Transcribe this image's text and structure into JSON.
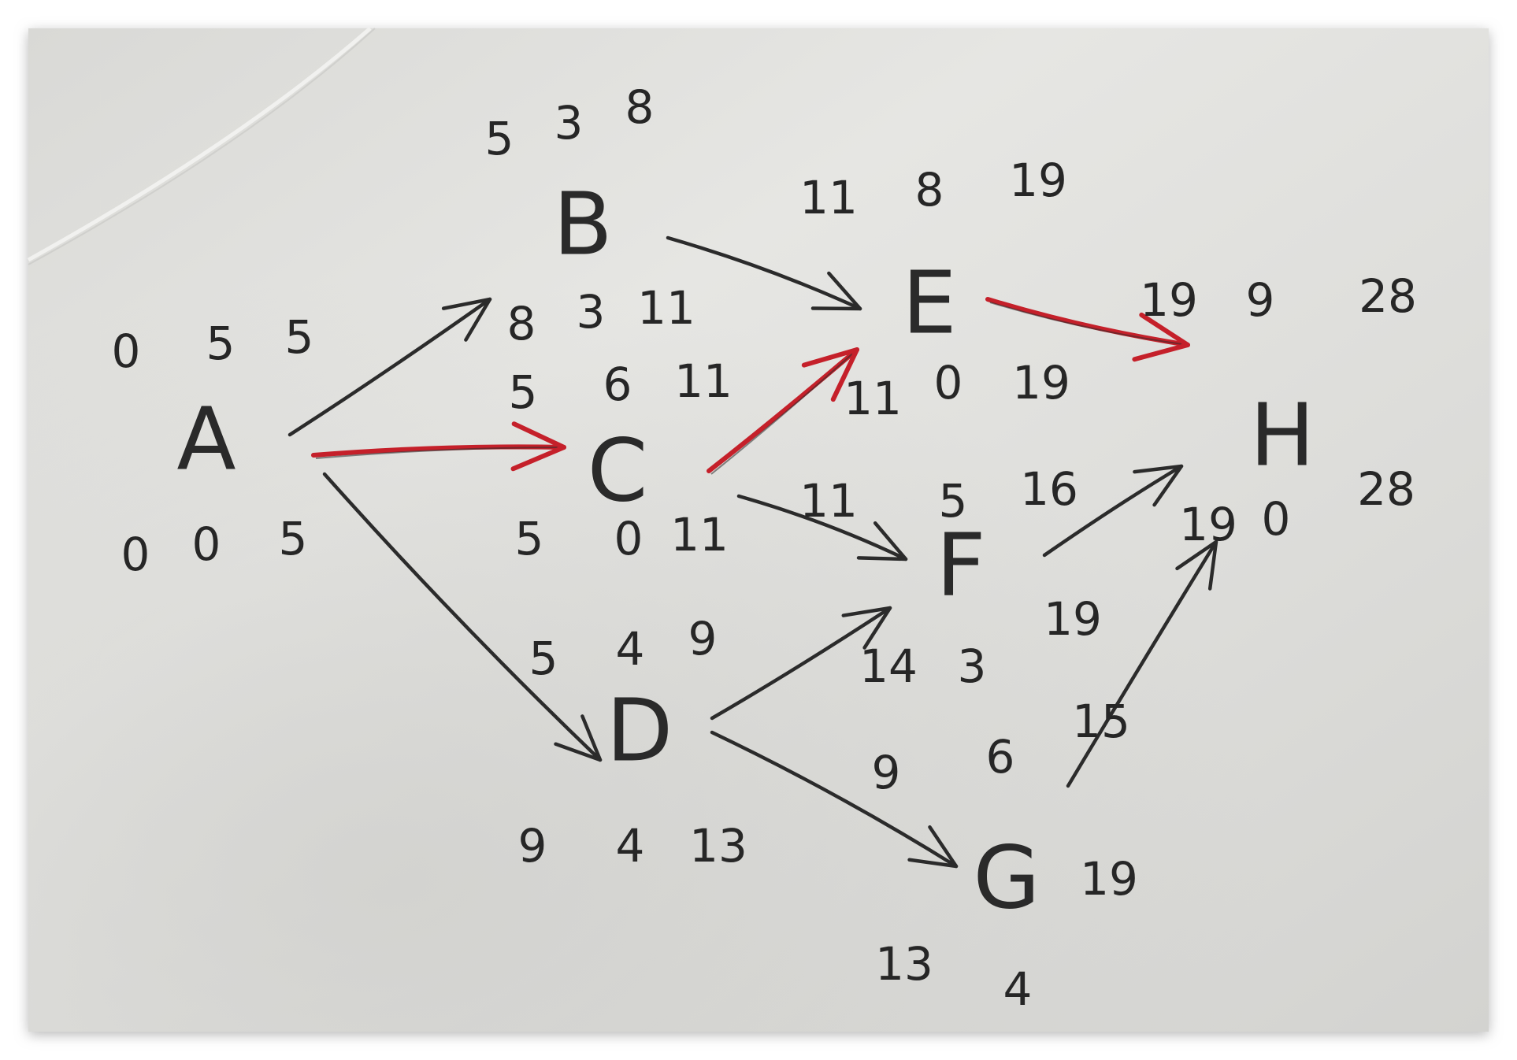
{
  "colors": {
    "paper": "#e2e2df",
    "ink": "#2b2b2b",
    "critical": "#c5202a",
    "frame_shadow": "#bdbdbd"
  },
  "nodes": [
    {
      "id": "A",
      "label": "A",
      "top": [
        "0",
        "5",
        "5"
      ],
      "bottom": [
        "0",
        "0",
        "5"
      ]
    },
    {
      "id": "B",
      "label": "B",
      "top": [
        "5",
        "3",
        "8"
      ],
      "bottom": [
        "8",
        "3",
        "11"
      ]
    },
    {
      "id": "C",
      "label": "C",
      "top": [
        "5",
        "6",
        "11"
      ],
      "bottom": [
        "5",
        "0",
        "11"
      ]
    },
    {
      "id": "D",
      "label": "D",
      "top": [
        "5",
        "4",
        "9"
      ],
      "bottom": [
        "9",
        "4",
        "13"
      ]
    },
    {
      "id": "E",
      "label": "E",
      "top": [
        "11",
        "8",
        "19"
      ],
      "bottom": [
        "11",
        "0",
        "19"
      ]
    },
    {
      "id": "F",
      "label": "F",
      "top": [
        "11",
        "5",
        "16"
      ],
      "bottom": [
        "14",
        "3",
        "19"
      ]
    },
    {
      "id": "G",
      "label": "G",
      "top": [
        "9",
        "6",
        "15"
      ],
      "bottom": [
        "13",
        "4",
        "19"
      ]
    },
    {
      "id": "H",
      "label": "H",
      "top": [
        "19",
        "9",
        "28"
      ],
      "bottom": [
        "19",
        "0",
        "28"
      ]
    }
  ],
  "edges": [
    {
      "from": "A",
      "to": "B",
      "critical": false
    },
    {
      "from": "A",
      "to": "C",
      "critical": true
    },
    {
      "from": "A",
      "to": "D",
      "critical": false
    },
    {
      "from": "B",
      "to": "E",
      "critical": false
    },
    {
      "from": "C",
      "to": "E",
      "critical": true
    },
    {
      "from": "C",
      "to": "F",
      "critical": false
    },
    {
      "from": "D",
      "to": "F",
      "critical": false
    },
    {
      "from": "D",
      "to": "G",
      "critical": false
    },
    {
      "from": "E",
      "to": "H",
      "critical": true
    },
    {
      "from": "F",
      "to": "H",
      "critical": false
    },
    {
      "from": "G",
      "to": "H",
      "critical": false
    }
  ]
}
